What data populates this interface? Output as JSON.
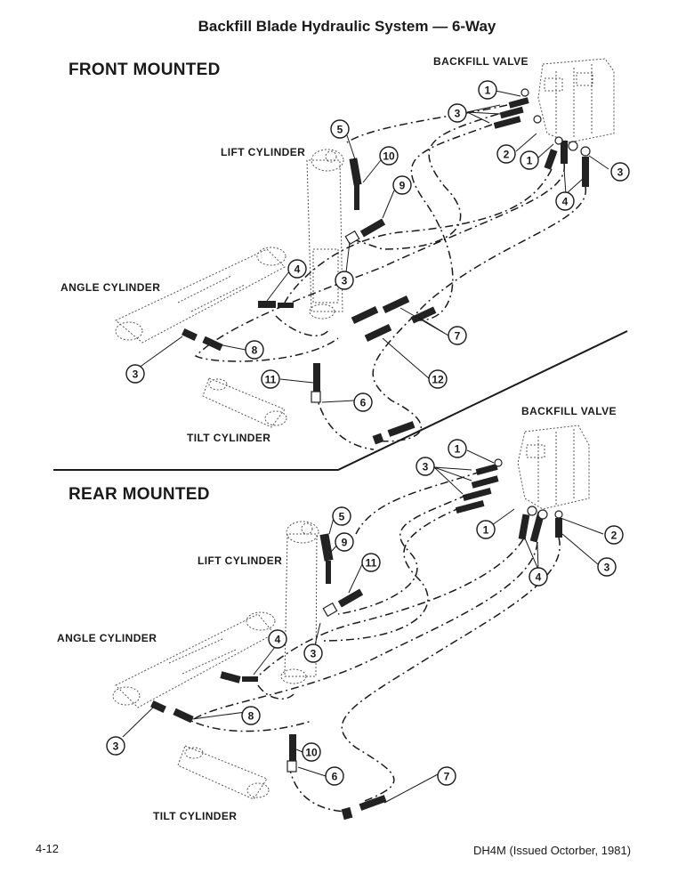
{
  "title": "Backfill Blade Hydraulic System — 6-Way",
  "front": {
    "heading": "FRONT MOUNTED",
    "labels": {
      "backfill_valve": "BACKFILL VALVE",
      "lift_cylinder": "LIFT CYLINDER",
      "angle_cylinder": "ANGLE CYLINDER",
      "tilt_cylinder": "TILT CYLINDER"
    },
    "callouts": [
      "1",
      "3",
      "2",
      "1",
      "3",
      "4",
      "5",
      "10",
      "9",
      "3",
      "4",
      "3",
      "8",
      "7",
      "11",
      "12",
      "6"
    ]
  },
  "rear": {
    "heading": "REAR MOUNTED",
    "labels": {
      "backfill_valve": "BACKFILL VALVE",
      "lift_cylinder": "LIFT CYLINDER",
      "angle_cylinder": "ANGLE CYLINDER",
      "tilt_cylinder": "TILT CYLINDER"
    },
    "callouts": [
      "1",
      "3",
      "1",
      "2",
      "3",
      "4",
      "5",
      "9",
      "11",
      "4",
      "3",
      "3",
      "8",
      "10",
      "6",
      "7"
    ]
  },
  "footer": {
    "page_number": "4-12",
    "doc_ref": "DH4M (Issued Octorber, 1981)"
  }
}
